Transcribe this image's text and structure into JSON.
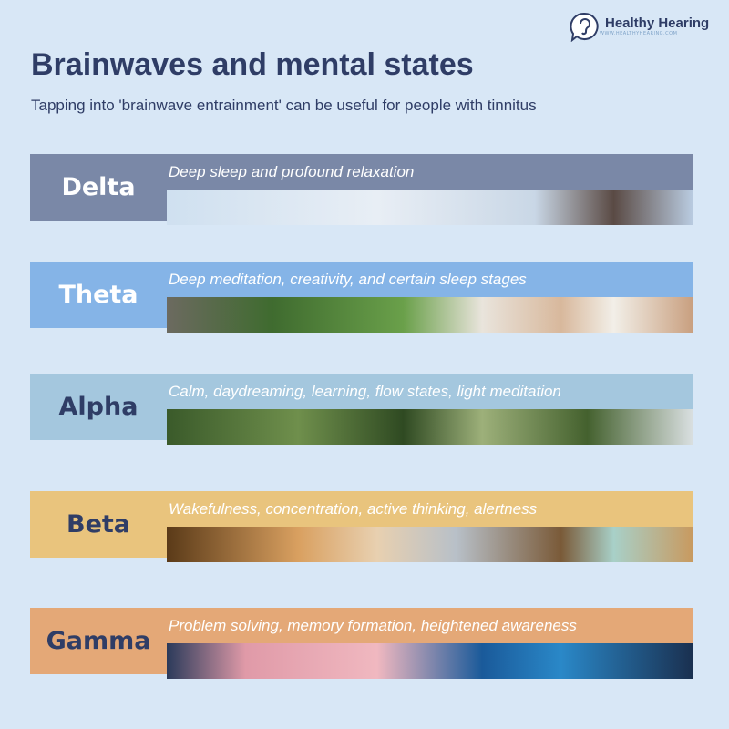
{
  "logo": {
    "name": "Healthy Hearing",
    "url": "WWW.HEALTHYHEARING.COM"
  },
  "title": "Brainwaves and mental states",
  "subtitle": "Tapping into 'brainwave entrainment' can be useful for people with tinnitus",
  "waves": [
    {
      "name": "Delta",
      "description": "Deep sleep and profound relaxation",
      "color": "#7a88a7",
      "text_color": "#ffffff"
    },
    {
      "name": "Theta",
      "description": "Deep meditation, creativity, and certain sleep stages",
      "color": "#85b4e7",
      "text_color": "#ffffff"
    },
    {
      "name": "Alpha",
      "description": "Calm, daydreaming, learning, flow states, light meditation",
      "color": "#a4c7de",
      "text_color": "#2f3d66"
    },
    {
      "name": "Beta",
      "description": "Wakefulness, concentration, active thinking, alertness",
      "color": "#e9c47d",
      "text_color": "#2f3d66"
    },
    {
      "name": "Gamma",
      "description": "Problem solving, memory formation, heightened awareness",
      "color": "#e4a877",
      "text_color": "#2f3d66"
    }
  ]
}
